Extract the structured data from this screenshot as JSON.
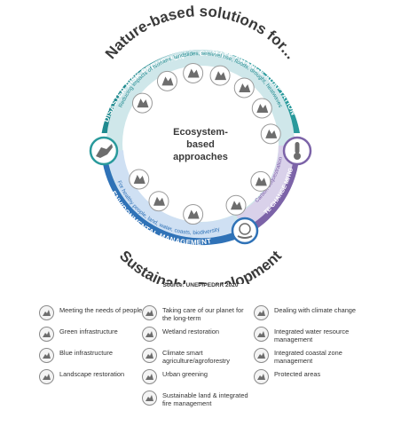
{
  "title_top": "Nature-based solutions for...",
  "title_bottom": "Sustainable Development",
  "center_text": [
    "Ecosystem-",
    "based",
    "approaches"
  ],
  "ring": {
    "disaster_risk_reduction": "DISASTER RISK REDUCTION",
    "climate_change_adaptation": "CLIMATE CHANGE ADAPTATION",
    "hazards_text": "Reducing impacts of tsunami, landslides, sealevel rise, floods, drought, heatwaves",
    "climate_change_mitigation": "CLIMATE CHANGE MITIGATION",
    "carbon_text": "Carbon sequestration",
    "environmental_management": "ENVIRONMENTAL MANAGEMENT",
    "healthy_text": "For healthy people, land, water, coasts, biodiversity"
  },
  "source": "Source: UNEP/PEDRR 2020",
  "colors": {
    "teal": "#1f8a8f",
    "teal_light": "#4fb3b3",
    "blue": "#2f72b7",
    "blue_light": "#7fb2e0",
    "purple": "#7c63a8",
    "purple_light": "#a795cc",
    "icon_fill": "#6d6d6d"
  },
  "legend": {
    "col1": [
      {
        "icon": "hands-icon",
        "label": "Meeting the needs of people"
      },
      {
        "icon": "trees-icon",
        "label": "Green infrastructure"
      },
      {
        "icon": "waves-icon",
        "label": "Blue infrastructure"
      },
      {
        "icon": "landscape-icon",
        "label": "Landscape restoration"
      }
    ],
    "col2": [
      {
        "icon": "hourglass-icon",
        "label": "Taking care of our planet for the long-term"
      },
      {
        "icon": "heron-icon",
        "label": "Wetland restoration"
      },
      {
        "icon": "plant-icon",
        "label": "Climate smart agriculture/agroforestry"
      },
      {
        "icon": "city-tree-icon",
        "label": "Urban greening"
      },
      {
        "icon": "fire-icon",
        "label": "Sustainable land & integrated fire management"
      }
    ],
    "col3": [
      {
        "icon": "thermometer-icon",
        "label": "Dealing with climate change"
      },
      {
        "icon": "water-drop-icon",
        "label": "Integrated water resource management"
      },
      {
        "icon": "coast-icon",
        "label": "Integrated coastal zone management"
      },
      {
        "icon": "protected-area-icon",
        "label": "Protected areas"
      }
    ]
  }
}
